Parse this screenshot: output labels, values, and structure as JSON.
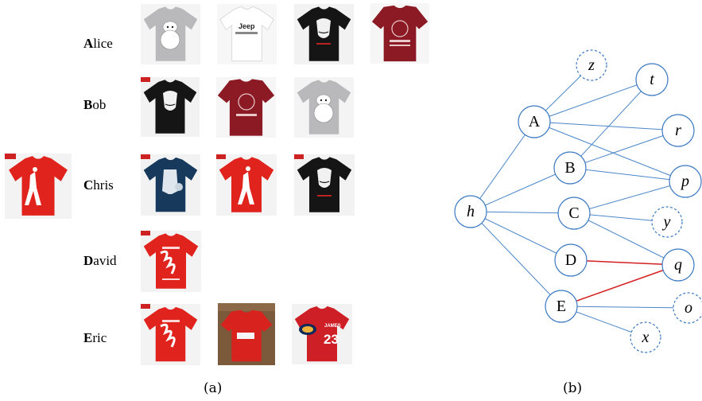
{
  "panel_a": {
    "caption": "(a)",
    "users": [
      {
        "initial": "A",
        "rest": "lice"
      },
      {
        "initial": "B",
        "rest": "ob"
      },
      {
        "initial": "C",
        "rest": "hris"
      },
      {
        "initial": "D",
        "rest": "avid"
      },
      {
        "initial": "E",
        "rest": "ric"
      }
    ],
    "shirt_texts": {
      "jeep": "Jeep",
      "number": "23",
      "player": "JAMES"
    }
  },
  "panel_b": {
    "caption": "(b)",
    "nodes": {
      "h": "h",
      "A": "A",
      "B": "B",
      "C": "C",
      "D": "D",
      "E": "E",
      "z": "z",
      "t": "t",
      "r": "r",
      "p": "p",
      "y": "y",
      "q": "q",
      "o": "o",
      "x": "x"
    },
    "colors": {
      "edge": "#4a86c8",
      "highlight_edge": "#d42020",
      "node_stroke": "#3a78c2"
    }
  }
}
